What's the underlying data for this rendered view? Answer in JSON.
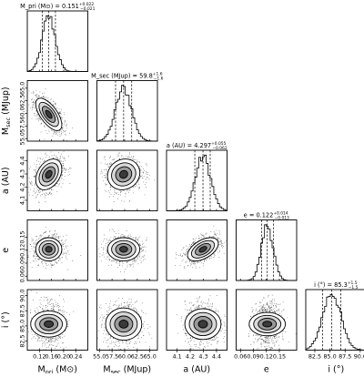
{
  "chart_data": {
    "type": "corner",
    "parameters": [
      {
        "key": "mpri",
        "axis_label": "M",
        "axis_sub": "pri",
        "axis_unit": " (M⊙)",
        "median": 0.151,
        "err_plus": 0.022,
        "err_minus": 0.021,
        "title": "M_pri (M⊙) = 0.151",
        "range": [
          0.08,
          0.28
        ],
        "ticks": [
          0.12,
          0.16,
          0.2,
          0.24
        ],
        "tick_labels": [
          "0.12",
          "0.16",
          "0.20",
          "0.24"
        ]
      },
      {
        "key": "msec",
        "axis_label": "M",
        "axis_sub": "sec",
        "axis_unit": " (MJup)",
        "median": 59.8,
        "err_plus": 1.6,
        "err_minus": 1.6,
        "title": "M_sec (MJup) = 59.8",
        "range": [
          54.5,
          66.5
        ],
        "ticks": [
          55.0,
          57.5,
          60.0,
          62.5,
          65.0
        ],
        "tick_labels": [
          "55.0",
          "57.5",
          "60.0",
          "62.5",
          "65.0"
        ]
      },
      {
        "key": "a",
        "axis_label": "a (AU)",
        "axis_sub": "",
        "axis_unit": "",
        "median": 4.297,
        "err_plus": 0.055,
        "err_minus": 0.062,
        "title": "a (AU) = 4.297",
        "range": [
          4.02,
          4.48
        ],
        "ticks": [
          4.1,
          4.2,
          4.3,
          4.4
        ],
        "tick_labels": [
          "4.1",
          "4.2",
          "4.3",
          "4.4"
        ]
      },
      {
        "key": "e",
        "axis_label": "e",
        "axis_sub": "",
        "axis_unit": "",
        "median": 0.122,
        "err_plus": 0.014,
        "err_minus": 0.013,
        "title": "e = 0.122",
        "range": [
          0.05,
          0.19
        ],
        "ticks": [
          0.06,
          0.09,
          0.12,
          0.15
        ],
        "tick_labels": [
          "0.06",
          "0.09",
          "0.12",
          "0.15"
        ]
      },
      {
        "key": "i",
        "axis_label": "i (°)",
        "axis_sub": "",
        "axis_unit": "",
        "median": 85.3,
        "err_plus": 1.5,
        "err_minus": 1.5,
        "title": "i (°) = 85.3",
        "range": [
          81.0,
          91.0
        ],
        "ticks": [
          82.5,
          85.0,
          87.5,
          90.0
        ],
        "tick_labels": [
          "82.5",
          "85.0",
          "87.5",
          "90.0"
        ]
      }
    ],
    "correlations": {
      "mpri-msec": -0.65,
      "mpri-a": 0.35,
      "msec-a": 0.1,
      "mpri-e": 0.0,
      "msec-e": 0.0,
      "a-e": 0.5,
      "mpri-i": 0.0,
      "msec-i": 0.0,
      "a-i": 0.0,
      "e-i": 0.0
    },
    "contour_levels": [
      0.5,
      1.0,
      1.5,
      2.0
    ],
    "quantile_lines": [
      0.16,
      0.5,
      0.84
    ]
  }
}
